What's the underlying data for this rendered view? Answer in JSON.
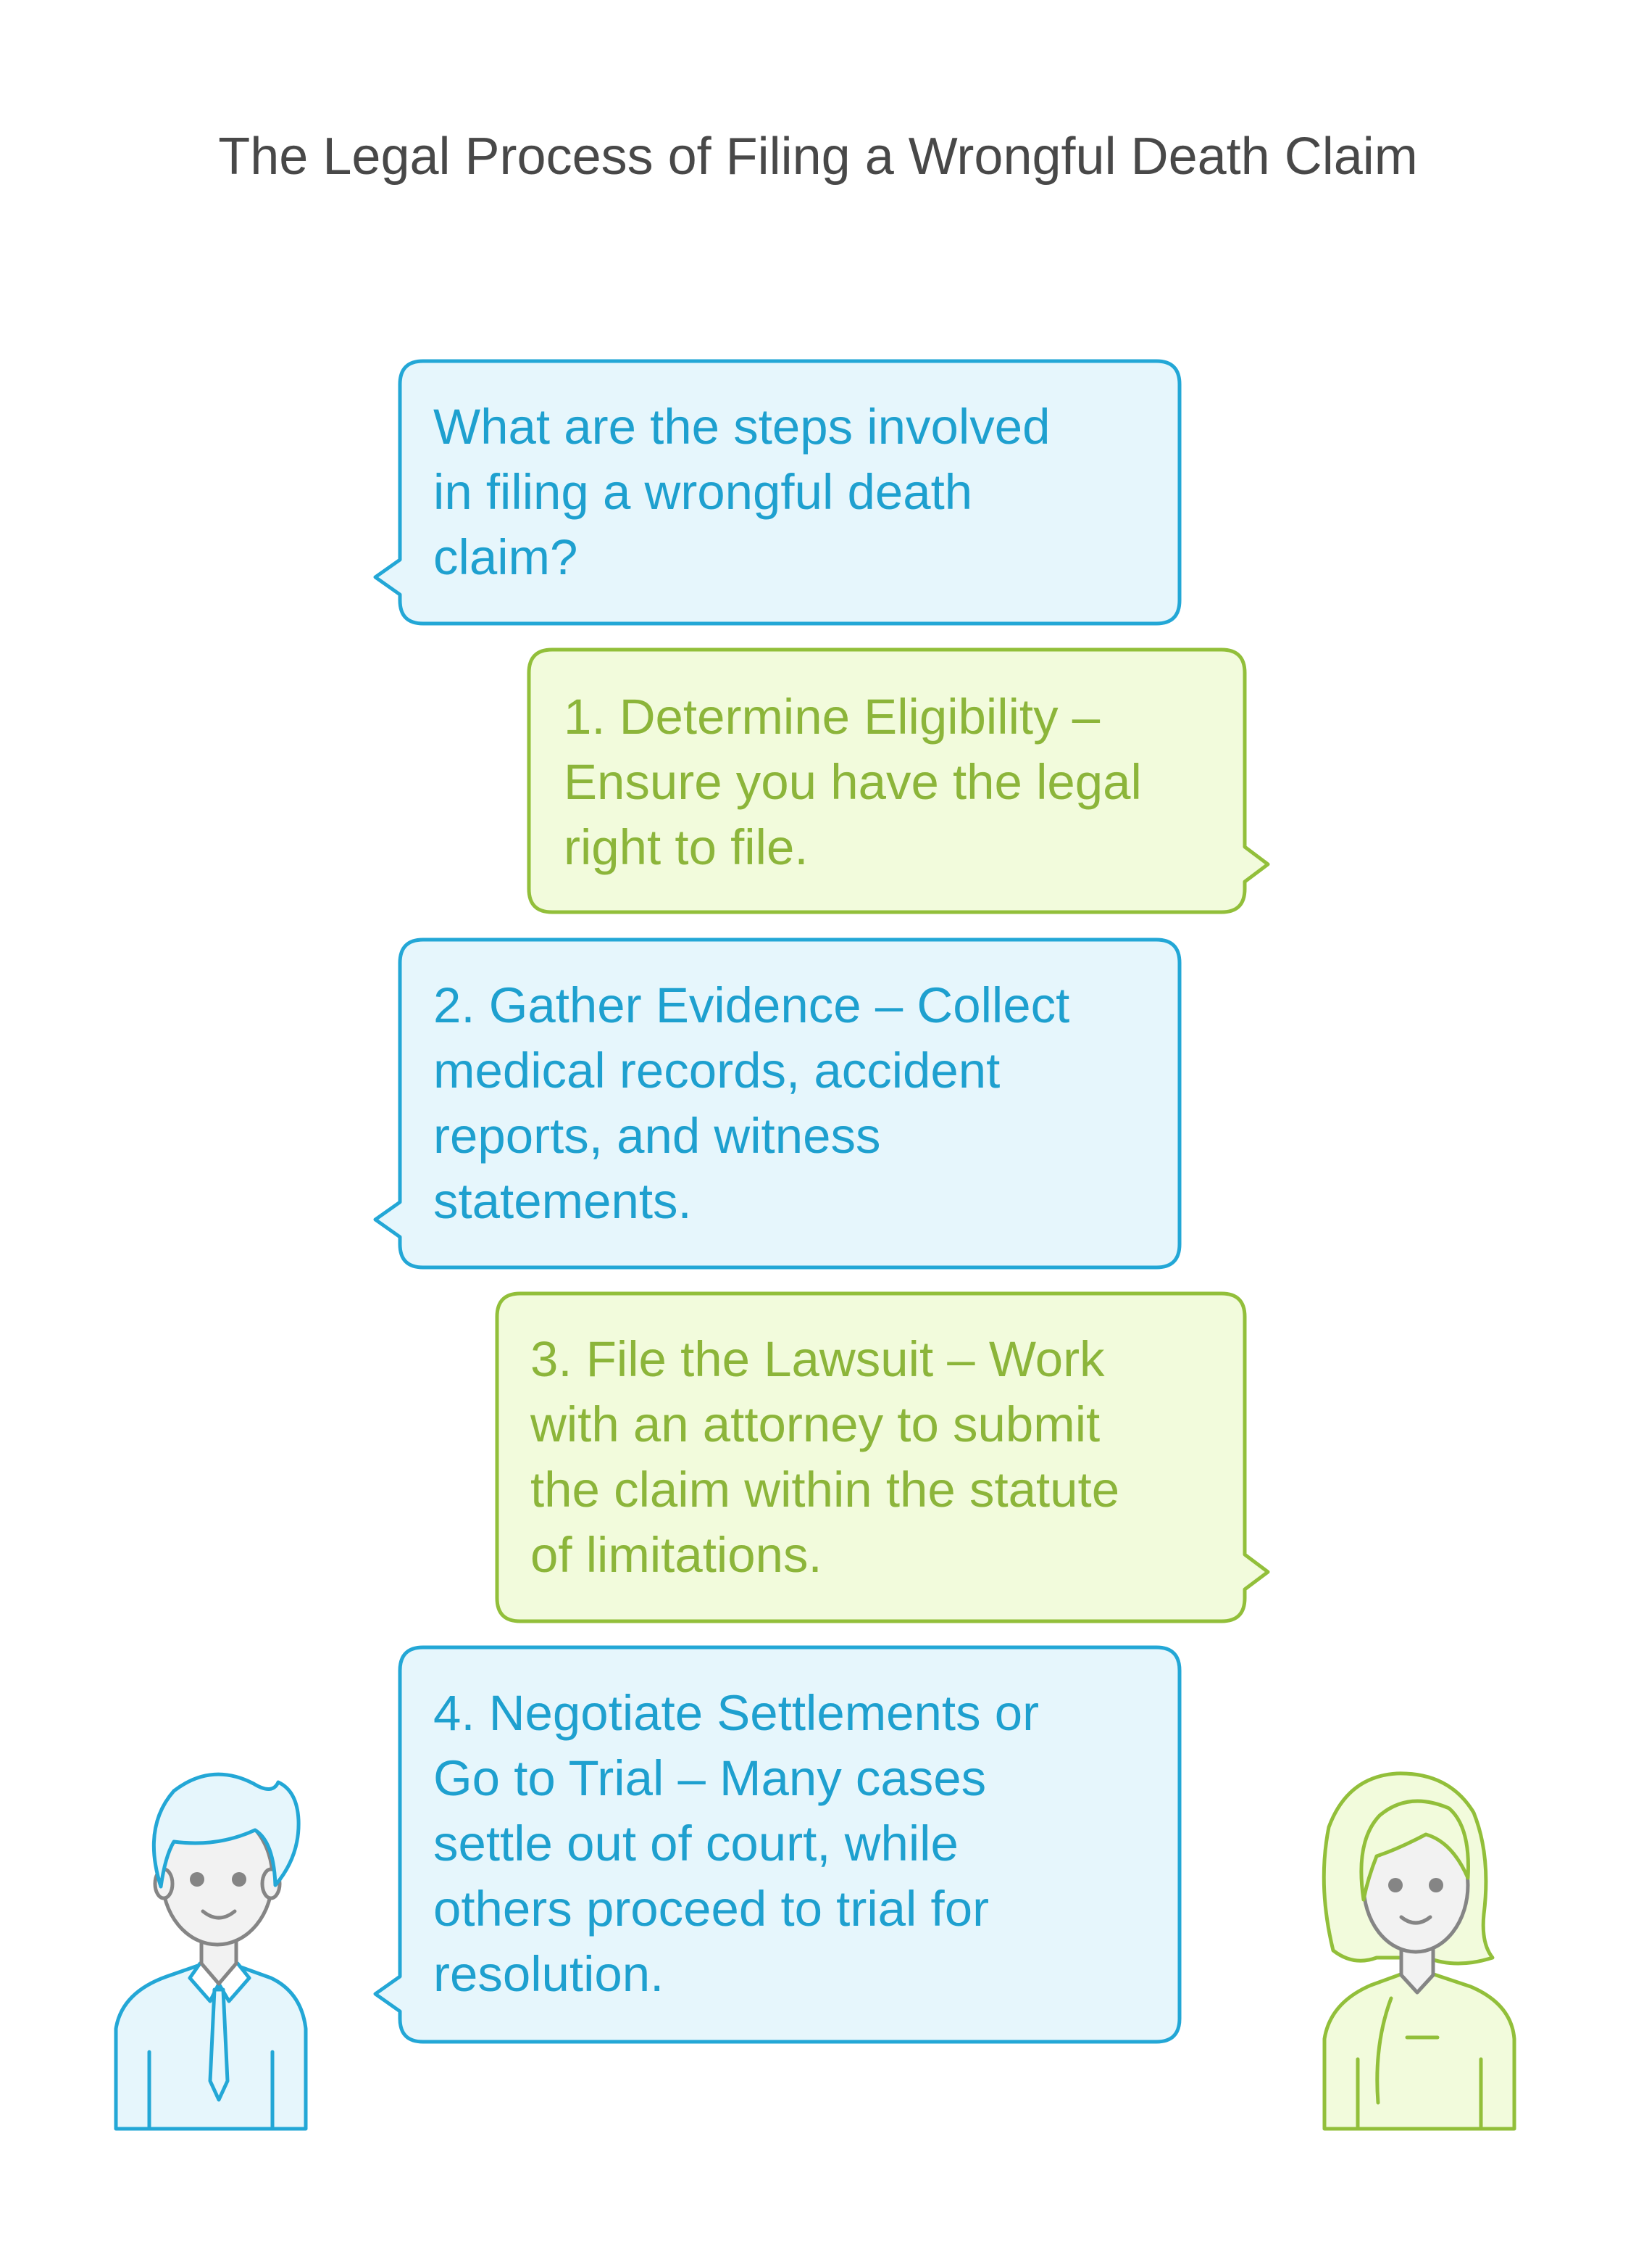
{
  "title": "The Legal Process of Filing a Wrongful Death Claim",
  "colors": {
    "blue_stroke": "#23a7d6",
    "blue_fill": "#e6f6fc",
    "blue_text": "#1ea0cf",
    "green_stroke": "#92bf3a",
    "green_fill": "#f2fbdc",
    "green_text": "#8cb53a",
    "face_gray": "#f2f2f2",
    "line_gray": "#858585"
  },
  "messages": [
    {
      "speaker": "man",
      "text": "What are the steps involved\nin filing a wrongful death\nclaim?"
    },
    {
      "speaker": "woman",
      "text": "1. Determine Eligibility –\nEnsure you have the legal\nright to file."
    },
    {
      "speaker": "man",
      "text": "2. Gather Evidence – Collect\nmedical records, accident\nreports, and witness\nstatements."
    },
    {
      "speaker": "woman",
      "text": "3. File the Lawsuit – Work\nwith an attorney to submit\nthe claim within the statute\nof limitations."
    },
    {
      "speaker": "man",
      "text": "4. Negotiate Settlements or\nGo to Trial – Many cases\nsettle out of court, while\nothers proceed to trial for\nresolution."
    }
  ],
  "avatars": [
    {
      "role": "man-avatar",
      "color": "blue"
    },
    {
      "role": "woman-avatar",
      "color": "green"
    }
  ]
}
